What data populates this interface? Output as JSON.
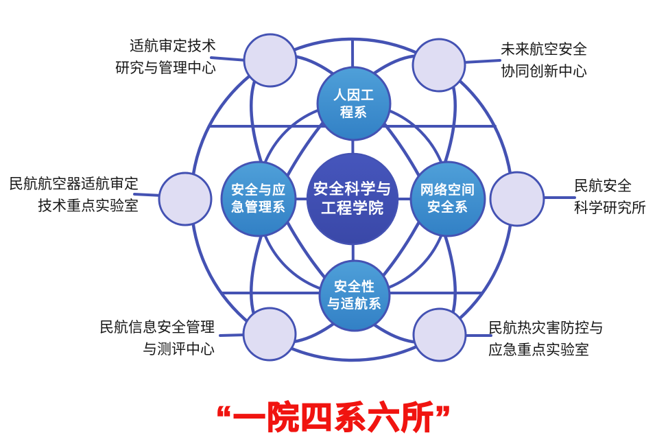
{
  "colors": {
    "line": "#4452b3",
    "center-top": "#4656bc",
    "center-bot": "#3a48a8",
    "dept-top": "#4fa0d9",
    "dept-bot": "#3280c5",
    "satellite": "#dfddf3",
    "node-text": "#ffffff",
    "label-text": "#161616",
    "title-red": "#f01410",
    "bg": "#ffffff"
  },
  "center": {
    "name": "安全科学与工程学院",
    "lines": [
      "安全科学与",
      "工程学院"
    ]
  },
  "departments": [
    {
      "name": "人因工程系",
      "lines": [
        "人因工",
        "程系"
      ],
      "position": "top"
    },
    {
      "name": "安全与应急管理系",
      "lines": [
        "安全与应",
        "急管理系"
      ],
      "position": "left"
    },
    {
      "name": "网络空间安全系",
      "lines": [
        "网络空间",
        "安全系"
      ],
      "position": "right"
    },
    {
      "name": "安全性与适航系",
      "lines": [
        "安全性",
        "与适航系"
      ],
      "position": "bottom"
    }
  ],
  "institutes": [
    {
      "name": "适航审定技术研究与管理中心",
      "lines": [
        "适航审定技术",
        "研究与管理中心"
      ],
      "position": "top-left"
    },
    {
      "name": "未来航空安全协同创新中心",
      "lines": [
        "未来航空安全",
        "协同创新中心"
      ],
      "position": "top-right"
    },
    {
      "name": "民航航空器适航审定技术重点实验室",
      "lines": [
        "民航航空器适航审定",
        "技术重点实验室"
      ],
      "position": "left"
    },
    {
      "name": "民航安全科学研究所",
      "lines": [
        "民航安全",
        "科学研究所"
      ],
      "position": "right"
    },
    {
      "name": "民航信息安全管理与测评中心",
      "lines": [
        "民航信息安全管理",
        "与测评中心"
      ],
      "position": "bottom-left"
    },
    {
      "name": "民航热灾害防控与应急重点实验室",
      "lines": [
        "民航热灾害防控与",
        "应急重点实验室"
      ],
      "position": "bottom-right"
    }
  ],
  "caption": {
    "text": "“一院四系六所”"
  }
}
